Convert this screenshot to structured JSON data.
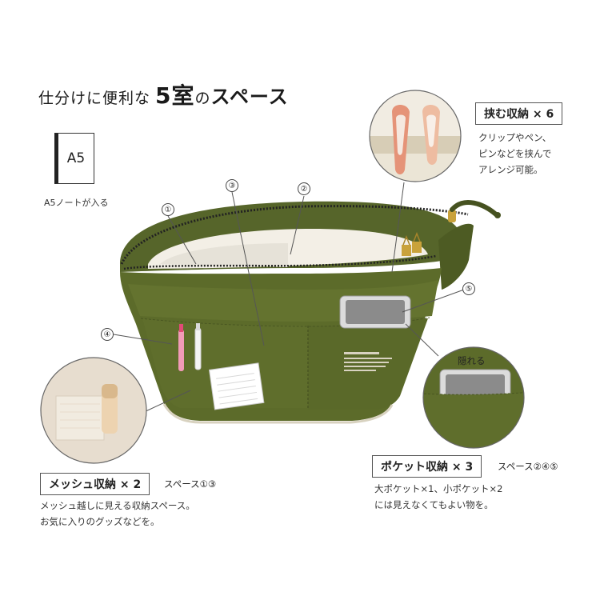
{
  "title": {
    "prefix": "仕分けに便利な",
    "big": "5室",
    "suffix_small": "の",
    "suffix_big": "スペース"
  },
  "a5": {
    "box_label": "A5",
    "caption": "A5ノートが入る"
  },
  "clip_section": {
    "label": "挟む収納 × 6",
    "desc_lines": [
      "クリップやペン、",
      "ピンなどを挟んで",
      "アレンジ可能。"
    ]
  },
  "mesh_section": {
    "label": "メッシュ収納 × 2",
    "spaces": "スペース①③",
    "desc_lines": [
      "メッシュ越しに見える収納スペース。",
      "お気に入りのグッズなどを。"
    ]
  },
  "pocket_section": {
    "label": "ポケット収納 × 3",
    "spaces": "スペース②④⑤",
    "desc_lines": [
      "大ポケット×1、小ポケット×2",
      "には見えなくてもよい物を。"
    ]
  },
  "hidden_label": "隠れる",
  "markers": [
    "①",
    "②",
    "③",
    "④",
    "⑤"
  ],
  "colors": {
    "bag_green": "#5c6b2a",
    "bag_dark": "#465220",
    "accent_gold": "#c9a23b"
  }
}
